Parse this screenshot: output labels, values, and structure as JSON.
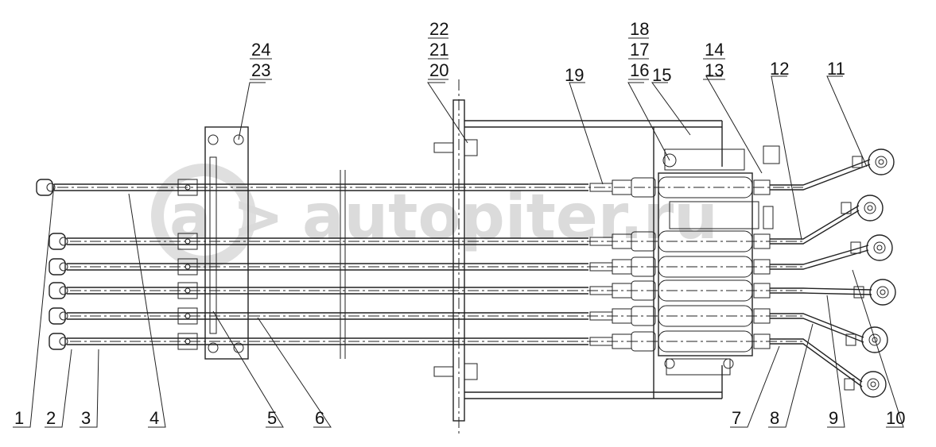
{
  "watermark": {
    "text": "autopiter.ru"
  },
  "callouts": {
    "c1": "1",
    "c2": "2",
    "c3": "3",
    "c4": "4",
    "c5": "5",
    "c6": "6",
    "c7": "7",
    "c8": "8",
    "c9": "9",
    "c10": "10",
    "c11": "11",
    "c12": "12",
    "c13": "13",
    "c14": "14",
    "c15": "15",
    "c16": "16",
    "c17": "17",
    "c18": "18",
    "c19": "19",
    "c20": "20",
    "c21": "21",
    "c22": "22",
    "c23": "23",
    "c24": "24"
  }
}
